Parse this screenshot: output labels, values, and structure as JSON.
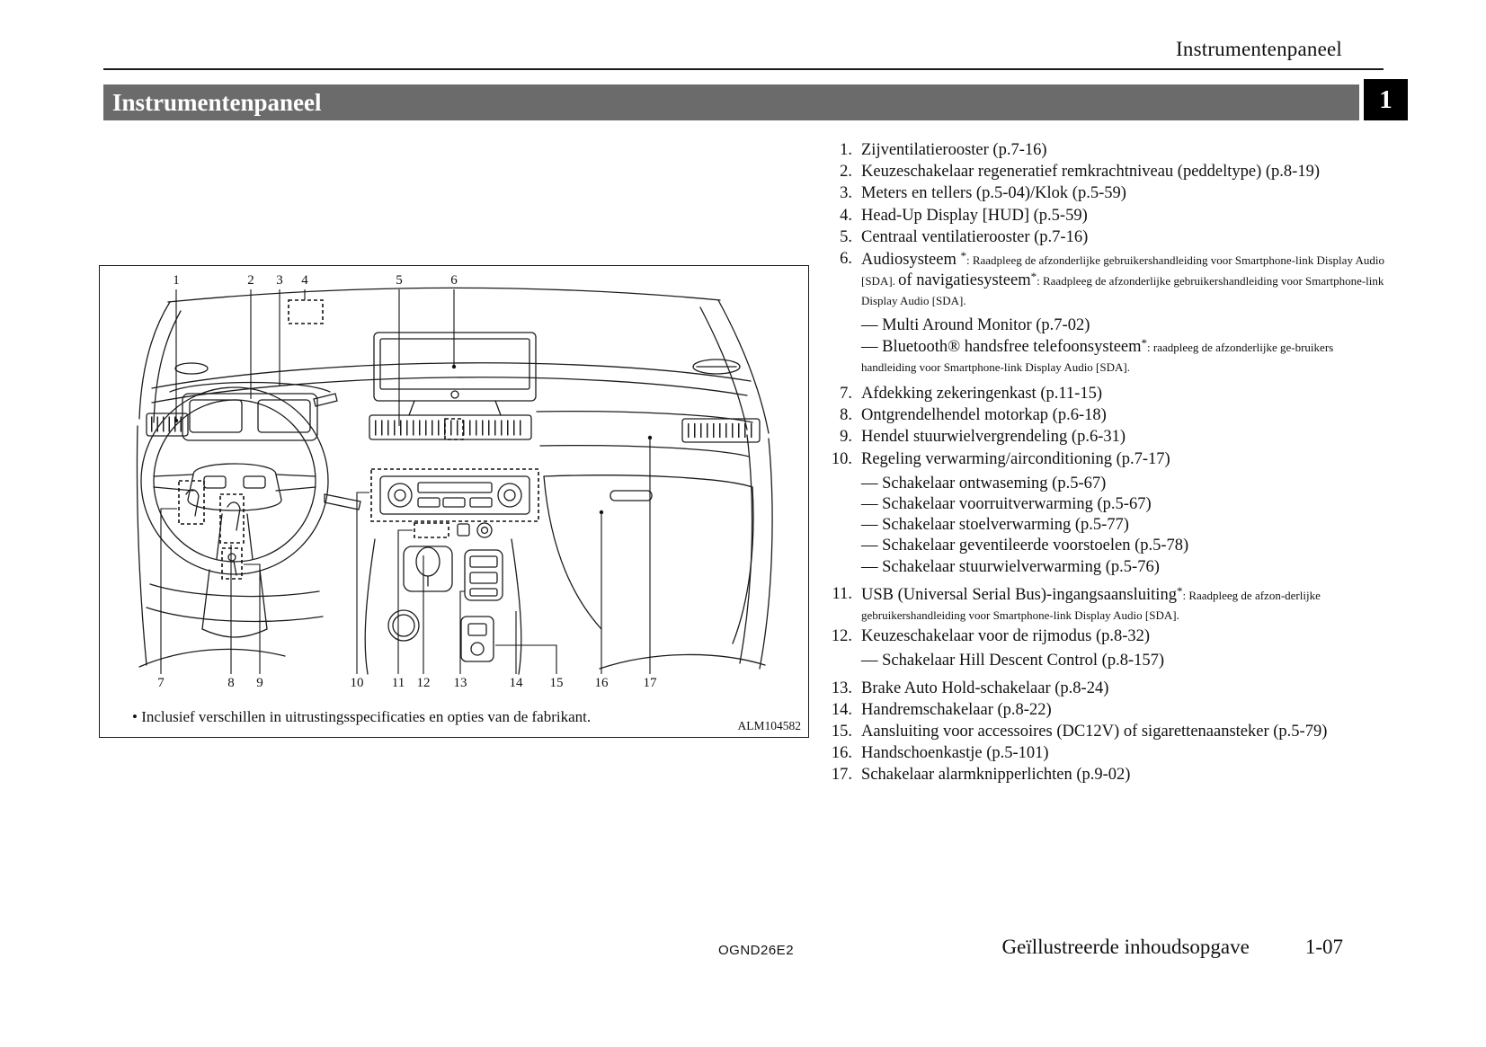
{
  "page": {
    "header_title": "Instrumentenpaneel",
    "section_title": "Instrumentenpaneel",
    "chapter_tab": "1",
    "footer_code": "OGND26E2",
    "footer_caption": "Geïllustreerde inhoudsopgave",
    "footer_page": "1-07"
  },
  "figure": {
    "caption": "• Inclusief verschillen in uitrustingsspecificaties en opties van de fabrikant.",
    "code": "ALM104582",
    "top_callouts": [
      "1",
      "2",
      "3",
      "4",
      "5",
      "6"
    ],
    "bottom_callouts": [
      "7",
      "8",
      "9",
      "10",
      "11",
      "12",
      "13",
      "14",
      "15",
      "16",
      "17"
    ]
  },
  "parts_list": [
    {
      "num": "1.",
      "segments": [
        {
          "t": "Zijventilatierooster (p.7-16)",
          "s": "n"
        }
      ]
    },
    {
      "num": "2.",
      "segments": [
        {
          "t": "Keuzeschakelaar regeneratief remkrachtniveau (peddeltype) (p.8-19)",
          "s": "n"
        }
      ]
    },
    {
      "num": "3.",
      "segments": [
        {
          "t": "Meters en tellers (p.5-04)/Klok (p.5-59)",
          "s": "n"
        }
      ]
    },
    {
      "num": "4.",
      "segments": [
        {
          "t": "Head-Up Display [HUD] (p.5-59)",
          "s": "n"
        }
      ]
    },
    {
      "num": "5.",
      "segments": [
        {
          "t": "Centraal ventilatierooster (p.7-16)",
          "s": "n"
        }
      ]
    },
    {
      "num": "6.",
      "segments": [
        {
          "t": "Audiosysteem ",
          "s": "n"
        },
        {
          "t": "*",
          "s": "sup"
        },
        {
          "t": ": Raadpleeg de afzonderlijke gebruikershandleiding voor Smartphone-link Display Audio [SDA]. ",
          "s": "f"
        },
        {
          "t": "of navigatiesysteem",
          "s": "n"
        },
        {
          "t": "*",
          "s": "sup"
        },
        {
          "t": ": Raadpleeg de afzonderlijke gebruikershandleiding voor Smartphone-link Display Audio [SDA].",
          "s": "f"
        }
      ],
      "subitems": [
        {
          "segments": [
            {
              "t": "— Multi Around Monitor (p.7-02)",
              "s": "n"
            }
          ]
        },
        {
          "segments": [
            {
              "t": "— Bluetooth® handsfree telefoonsysteem",
              "s": "n"
            },
            {
              "t": "*",
              "s": "sup"
            },
            {
              "t": ": raadpleeg de afzonderlijke ge-bruikers handleiding voor Smartphone-link Display Audio [SDA].",
              "s": "f"
            }
          ]
        }
      ]
    },
    {
      "num": "7.",
      "segments": [
        {
          "t": "Afdekking zekeringenkast (p.11-15)",
          "s": "n"
        }
      ]
    },
    {
      "num": "8.",
      "segments": [
        {
          "t": "Ontgrendelhendel motorkap (p.6-18)",
          "s": "n"
        }
      ]
    },
    {
      "num": "9.",
      "segments": [
        {
          "t": "Hendel stuurwielvergrendeling (p.6-31)",
          "s": "n"
        }
      ]
    },
    {
      "num": "10.",
      "segments": [
        {
          "t": "Regeling verwarming/airconditioning (p.7-17)",
          "s": "n"
        }
      ],
      "subitems": [
        {
          "segments": [
            {
              "t": "— Schakelaar ontwaseming (p.5-67)",
              "s": "n"
            }
          ]
        },
        {
          "segments": [
            {
              "t": "— Schakelaar voorruitverwarming (p.5-67)",
              "s": "n"
            }
          ]
        },
        {
          "segments": [
            {
              "t": "— Schakelaar stoelverwarming (p.5-77)",
              "s": "n"
            }
          ]
        },
        {
          "segments": [
            {
              "t": "— Schakelaar geventileerde voorstoelen (p.5-78)",
              "s": "n"
            }
          ]
        },
        {
          "segments": [
            {
              "t": "— Schakelaar stuurwielverwarming (p.5-76)",
              "s": "n"
            }
          ]
        }
      ]
    },
    {
      "num": "11.",
      "segments": [
        {
          "t": "USB (Universal Serial Bus)-ingangsaansluiting",
          "s": "n"
        },
        {
          "t": "*",
          "s": "sup"
        },
        {
          "t": ": Raadpleeg de afzon-derlijke gebruikershandleiding voor Smartphone-link Display Audio [SDA].",
          "s": "f"
        }
      ]
    },
    {
      "num": "12.",
      "segments": [
        {
          "t": "Keuzeschakelaar voor de rijmodus (p.8-32)",
          "s": "n"
        }
      ],
      "subitems": [
        {
          "segments": [
            {
              "t": "— Schakelaar Hill Descent Control (p.8-157)",
              "s": "n"
            }
          ]
        }
      ]
    },
    {
      "num": "13.",
      "segments": [
        {
          "t": "Brake Auto Hold-schakelaar (p.8-24)",
          "s": "n"
        }
      ]
    },
    {
      "num": "14.",
      "segments": [
        {
          "t": "Handremschakelaar (p.8-22)",
          "s": "n"
        }
      ]
    },
    {
      "num": "15.",
      "segments": [
        {
          "t": "Aansluiting voor accessoires (DC12V) of sigarettenaansteker (p.5-79)",
          "s": "n"
        }
      ]
    },
    {
      "num": "16.",
      "segments": [
        {
          "t": "Handschoenkastje (p.5-101)",
          "s": "n"
        }
      ]
    },
    {
      "num": "17.",
      "segments": [
        {
          "t": "Schakelaar alarmknipperlichten (p.9-02)",
          "s": "n"
        }
      ]
    }
  ]
}
